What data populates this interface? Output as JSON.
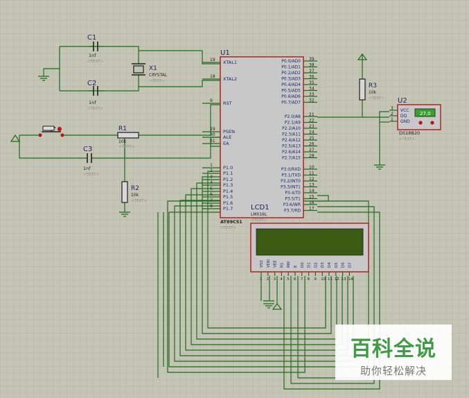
{
  "components": {
    "c1": {
      "ref": "C1",
      "value": "1nf",
      "text": "<TEXT>"
    },
    "c2": {
      "ref": "C2",
      "value": "1nf",
      "text": "<TEXT>"
    },
    "c3": {
      "ref": "C3",
      "value": "1nf",
      "text": "<TEXT>"
    },
    "x1": {
      "ref": "X1",
      "value": "CRYSTAL",
      "text": "<TEXT>"
    },
    "r1": {
      "ref": "R1",
      "value": "10k",
      "text": "<TEXT>"
    },
    "r2": {
      "ref": "R2",
      "value": "10k",
      "text": "<TEXT>"
    },
    "r3": {
      "ref": "R3",
      "value": "10k",
      "text": "<TEXT>"
    },
    "u1": {
      "ref": "U1",
      "part": "AT89C51",
      "text": "<TEXT>"
    },
    "u2": {
      "ref": "U2",
      "part": "DS18B20",
      "text": "<TEXT>",
      "display": "27.0"
    },
    "lcd1": {
      "ref": "LCD1",
      "part": "LM016L",
      "text": "<TEXT>"
    }
  },
  "u1_left": [
    {
      "label": "XTAL1",
      "num": "19"
    },
    {
      "label": "XTAL2",
      "num": "18"
    },
    {
      "label": "RST",
      "num": "9"
    },
    {
      "label": "PSEN",
      "num": "29"
    },
    {
      "label": "ALE",
      "num": "30"
    },
    {
      "label": "EA",
      "num": "31"
    },
    {
      "label": "P1.0",
      "num": "1"
    },
    {
      "label": "P1.1",
      "num": "2"
    },
    {
      "label": "P1.2",
      "num": "3"
    },
    {
      "label": "P1.3",
      "num": "4"
    },
    {
      "label": "P1.4",
      "num": "5"
    },
    {
      "label": "P1.5",
      "num": "6"
    },
    {
      "label": "P1.6",
      "num": "7"
    },
    {
      "label": "P1.7",
      "num": "8"
    }
  ],
  "u1_right": [
    {
      "label": "P0.0/AD0",
      "num": "39"
    },
    {
      "label": "P0.1/AD1",
      "num": "38"
    },
    {
      "label": "P0.2/AD2",
      "num": "37"
    },
    {
      "label": "P0.3/AD3",
      "num": "36"
    },
    {
      "label": "P0.4/AD4",
      "num": "35"
    },
    {
      "label": "P0.5/AD5",
      "num": "34"
    },
    {
      "label": "P0.6/AD6",
      "num": "33"
    },
    {
      "label": "P0.7/AD7",
      "num": "32"
    },
    {
      "label": "P2.0/A8",
      "num": "21"
    },
    {
      "label": "P2.1/A9",
      "num": "22"
    },
    {
      "label": "P2.2/A10",
      "num": "23"
    },
    {
      "label": "P2.3/A11",
      "num": "24"
    },
    {
      "label": "P2.4/A12",
      "num": "25"
    },
    {
      "label": "P2.5/A13",
      "num": "26"
    },
    {
      "label": "P2.6/A14",
      "num": "27"
    },
    {
      "label": "P2.7/A15",
      "num": "28"
    },
    {
      "label": "P3.0/RXD",
      "num": "10"
    },
    {
      "label": "P3.1/TXD",
      "num": "11"
    },
    {
      "label": "P3.2/INT0",
      "num": "12"
    },
    {
      "label": "P3.3/INT1",
      "num": "13"
    },
    {
      "label": "P3.4/T0",
      "num": "14"
    },
    {
      "label": "P3.5/T1",
      "num": "15"
    },
    {
      "label": "P3.6/WR",
      "num": "16"
    },
    {
      "label": "P3.7/RD",
      "num": "17"
    }
  ],
  "u2_pins": [
    {
      "label": "VCC",
      "num": "3"
    },
    {
      "label": "DQ",
      "num": "2"
    },
    {
      "label": "GND",
      "num": "1"
    }
  ],
  "lcd_pins": [
    {
      "label": "VSS",
      "num": "1"
    },
    {
      "label": "VDD",
      "num": "2"
    },
    {
      "label": "VEE",
      "num": "3"
    },
    {
      "label": "RS",
      "num": "4"
    },
    {
      "label": "RW",
      "num": "5"
    },
    {
      "label": "E",
      "num": "6"
    },
    {
      "label": "D0",
      "num": "7"
    },
    {
      "label": "D1",
      "num": "8"
    },
    {
      "label": "D2",
      "num": "9"
    },
    {
      "label": "D3",
      "num": "10"
    },
    {
      "label": "D4",
      "num": "11"
    },
    {
      "label": "D5",
      "num": "12"
    },
    {
      "label": "D6",
      "num": "13"
    },
    {
      "label": "D7",
      "num": "14"
    }
  ],
  "watermark": {
    "title": "百科全说",
    "subtitle": "助你轻松解决"
  },
  "colors": {
    "background": "#c5c5b5",
    "grid": "#b2b2a2",
    "wire": "#1f6b1f",
    "chip_body": "#c8c8c8",
    "chip_border": "#b01818",
    "pin_text": "#1f1f6a",
    "text_placeholder": "#8a8a8a",
    "lcd_screen": "#3b5b12",
    "u2_display": "#3aa030",
    "watermark_title": "#3f9b45"
  }
}
